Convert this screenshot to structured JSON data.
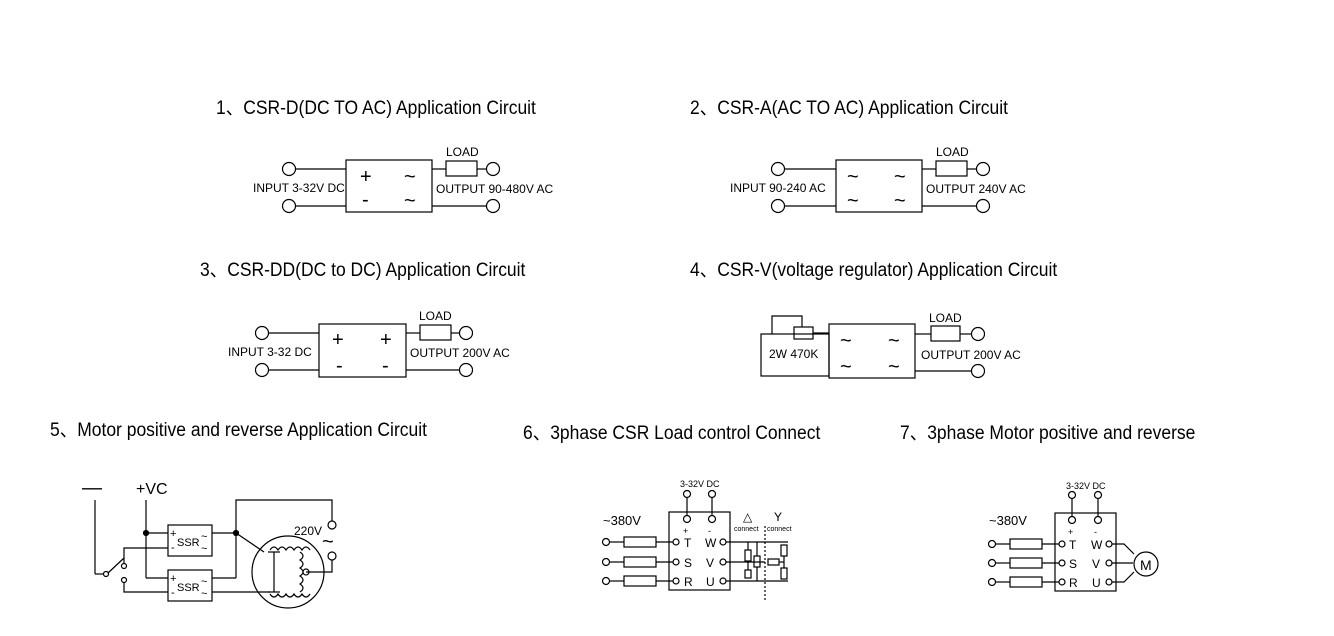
{
  "titles": {
    "t1": "1、CSR-D(DC TO AC) Application Circuit",
    "t2": "2、CSR-A(AC TO AC) Application Circuit",
    "t3": "3、CSR-DD(DC to DC) Application Circuit",
    "t4": "4、CSR-V(voltage regulator) Application Circuit",
    "t5": "5、Motor positive and reverse Application Circuit",
    "t6": "6、3phase CSR Load control Connect",
    "t7": "7、3phase Motor positive and reverse"
  },
  "c1": {
    "load": "LOAD",
    "input": "INPUT 3-32V DC",
    "output": "OUTPUT 90-480V AC",
    "plus": "+",
    "minus": "-",
    "tilde": "~"
  },
  "c2": {
    "load": "LOAD",
    "input": "INPUT 90-240 AC",
    "output": "OUTPUT 240V AC",
    "tilde": "~"
  },
  "c3": {
    "load": "LOAD",
    "input": "INPUT 3-32 DC",
    "output": "OUTPUT 200V AC",
    "plus": "+",
    "minus": "-"
  },
  "c4": {
    "load": "LOAD",
    "resistor": "2W 470K",
    "output": "OUTPUT 200V AC",
    "tilde": "~"
  },
  "c5": {
    "minus": "—",
    "vc": "+VC",
    "ssr": "SSR",
    "voltage": "220V",
    "tilde": "~",
    "plus": "+",
    "dash": "-"
  },
  "c6": {
    "dc": "3-32V DC",
    "ac": "~380V",
    "plus": "+",
    "minus": "-",
    "t": "T",
    "s": "S",
    "r": "R",
    "w": "W",
    "v": "V",
    "u": "U",
    "delta": "△",
    "y": "Y",
    "connect": "connect"
  },
  "c7": {
    "dc": "3-32V DC",
    "ac": "~380V",
    "plus": "+",
    "minus": "-",
    "t": "T",
    "s": "S",
    "r": "R",
    "w": "W",
    "v": "V",
    "u": "U",
    "motor": "M"
  }
}
